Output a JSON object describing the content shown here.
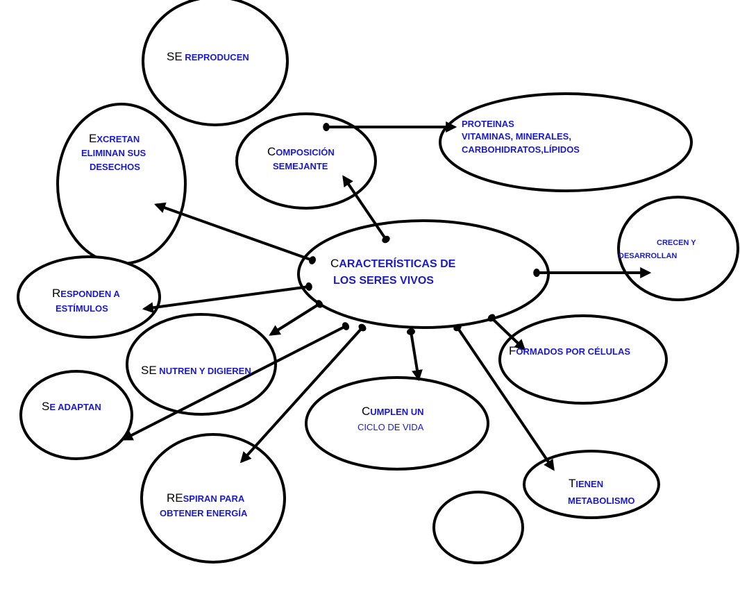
{
  "center": {
    "line1_cap": "C",
    "line1": "ARACTERÍSTICAS DE",
    "line2": "LOS SERES VIVOS"
  },
  "nodes": {
    "reproducen": {
      "cap": "SE",
      "rest": " REPRODUCEN"
    },
    "excretan": {
      "cap": "E",
      "rest": "XCRETAN",
      "line2": "ELIMINAN SUS",
      "line3": "DESECHOS"
    },
    "composicion": {
      "cap": "C",
      "rest": "OMPOSICIÓN",
      "line2": "SEMEJANTE"
    },
    "proteinas": {
      "line1": "PROTEINAS",
      "line2": "VITAMINAS, MINERALES,",
      "line3": "CARBOHIDRATOS,LÍPIDOS"
    },
    "crecen": {
      "line1": "CRECEN Y",
      "line2": "DESARROLLAN"
    },
    "responden": {
      "cap": "R",
      "rest": "ESPONDEN A",
      "line2": "ESTÍMULOS"
    },
    "nutren": {
      "cap": "SE",
      "rest": " NUTREN Y DIGIEREN"
    },
    "adaptan": {
      "cap": "S",
      "rest": "E ADAPTAN"
    },
    "formados": {
      "cap": "F",
      "rest": "ORMADOS POR CÉLULAS"
    },
    "cumplen": {
      "cap": "C",
      "rest": "UMPLEN UN",
      "line2": "CICLO DE VIDA"
    },
    "respiran": {
      "cap": "RE",
      "rest": "SPIRAN PARA",
      "line2": "OBTENER ENERGÍA"
    },
    "metabolismo": {
      "cap": "T",
      "rest": "IENEN",
      "line2": "METABOLISMO"
    }
  }
}
